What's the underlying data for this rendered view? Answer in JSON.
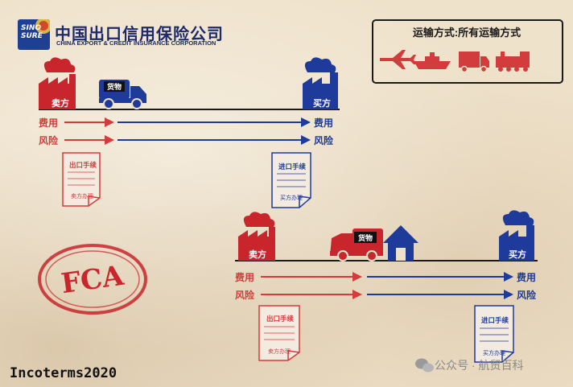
{
  "header": {
    "logo_text": "SINO SURE",
    "company_cn": "中国出口信用保险公司",
    "company_en": "CHINA EXPORT & CREDIT INSURANCE CORPORATION"
  },
  "transport": {
    "label": "运输方式:所有运输方式",
    "icons": [
      "airplane-icon",
      "ship-icon",
      "truck-icon",
      "train-icon"
    ]
  },
  "top_scenario": {
    "seller_label": "卖方",
    "buyer_label": "买方",
    "cargo_label": "货物",
    "cost_label_left": "费用",
    "risk_label_left": "风险",
    "cost_label_right": "费用",
    "risk_label_right": "风险",
    "export_doc_title": "出口手续",
    "export_doc_sub": "卖方办理",
    "import_doc_title": "进口手续",
    "import_doc_sub": "买方办理"
  },
  "bottom_scenario": {
    "seller_label": "卖方",
    "buyer_label": "买方",
    "cargo_label": "货物",
    "cost_label_left": "费用",
    "risk_label_left": "风险",
    "cost_label_right": "费用",
    "risk_label_right": "风险",
    "export_doc_title": "出口手续",
    "export_doc_sub": "卖方办理",
    "import_doc_title": "进口手续",
    "import_doc_sub": "买方办理"
  },
  "stamp": {
    "text": "FCA"
  },
  "footer": {
    "text": "Incoterms2020"
  },
  "watermark": {
    "text": "公众号 · 航贸百科"
  },
  "colors": {
    "seller": "#d23c3c",
    "buyer": "#1e3a9a"
  }
}
